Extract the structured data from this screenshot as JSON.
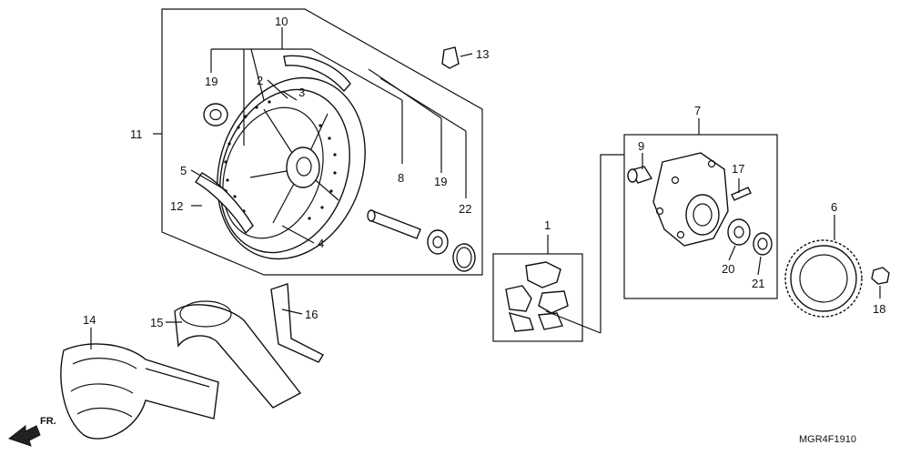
{
  "diagram_code": "MGR4F1910",
  "front_marker": "FR.",
  "callouts": {
    "c1": "1",
    "c2": "2",
    "c3": "3",
    "c4": "4",
    "c5": "5",
    "c6": "6",
    "c7": "7",
    "c8": "8",
    "c9": "9",
    "c10": "10",
    "c11": "11",
    "c12": "12",
    "c13": "13",
    "c14": "14",
    "c15": "15",
    "c16": "16",
    "c17": "17",
    "c18": "18",
    "c19a": "19",
    "c19b": "19",
    "c20": "20",
    "c21": "21",
    "c22": "22"
  }
}
